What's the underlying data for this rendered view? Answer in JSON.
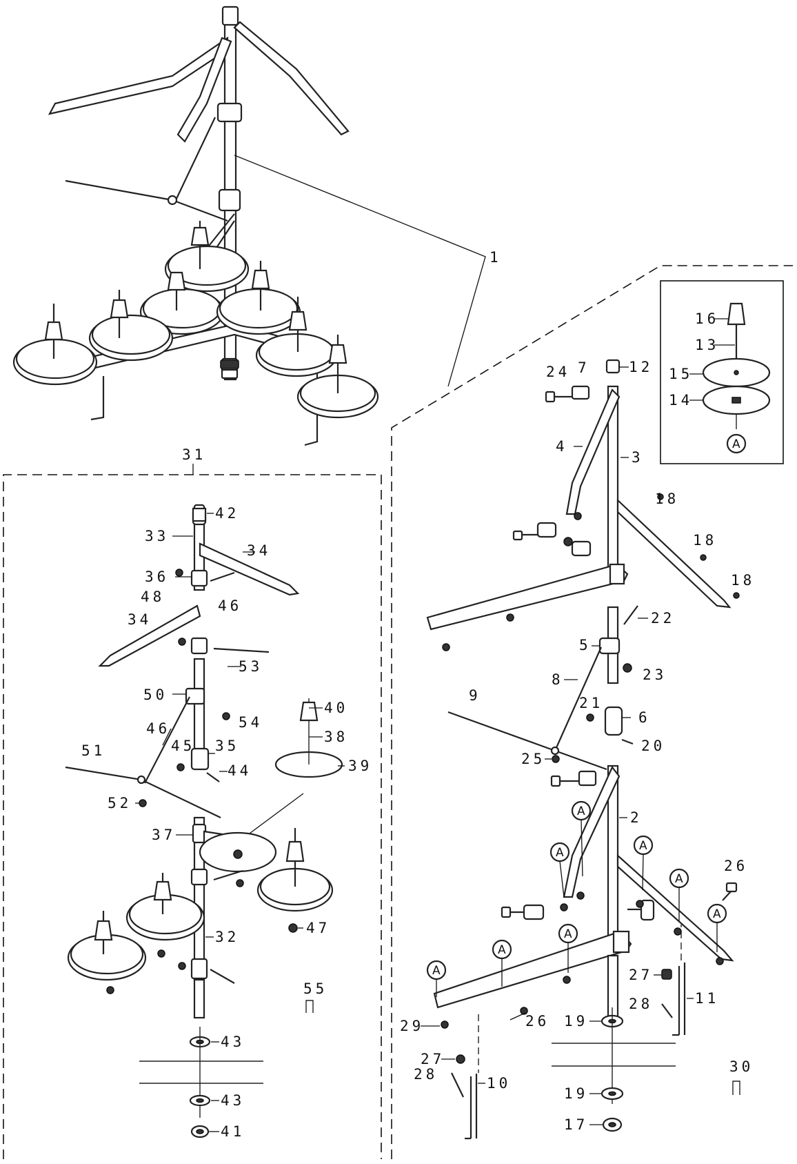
{
  "labels": {
    "l1": "1",
    "l2": "2",
    "l3": "3",
    "l4": "4",
    "l5": "5",
    "l6": "6",
    "l7": "7",
    "l8": "8",
    "l9": "9",
    "l10": "10",
    "l11": "11",
    "l12": "12",
    "l13": "13",
    "l14": "14",
    "l15": "15",
    "l16": "16",
    "l17": "17",
    "l18a": "18",
    "l18b": "18",
    "l18c": "18",
    "l19a": "19",
    "l19b": "19",
    "l20": "20",
    "l21": "21",
    "l22": "22",
    "l23": "23",
    "l24": "24",
    "l25": "25",
    "l26a": "26",
    "l26b": "26",
    "l27a": "27",
    "l27b": "27",
    "l28a": "28",
    "l28b": "28",
    "l29": "29",
    "l30": "30",
    "l31": "31",
    "l32": "32",
    "l33": "33",
    "l34a": "34",
    "l34b": "34",
    "l35": "35",
    "l36": "36",
    "l37": "37",
    "l38": "38",
    "l39": "39",
    "l40": "40",
    "l41": "41",
    "l42": "42",
    "l43a": "43",
    "l43b": "43",
    "l44": "44",
    "l45": "45",
    "l46a": "46",
    "l46b": "46",
    "l47": "47",
    "l48": "48",
    "l50": "50",
    "l51": "51",
    "l52": "52",
    "l53": "53",
    "l54": "54",
    "l55": "55"
  },
  "reference_mark": "A"
}
